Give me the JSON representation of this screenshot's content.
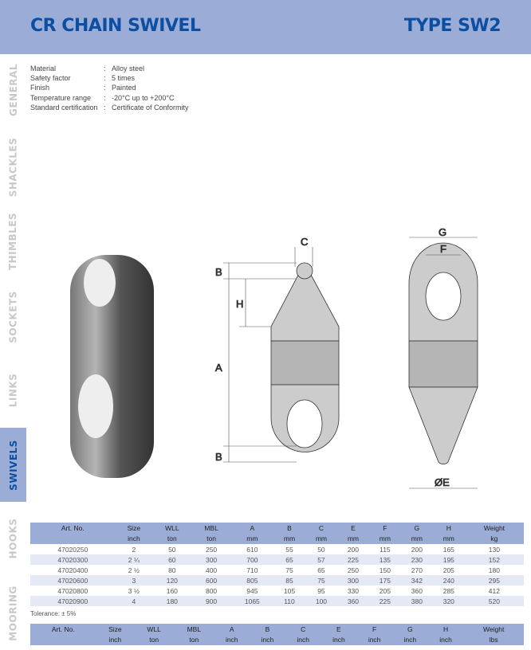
{
  "header": {
    "title": "CR CHAIN SWIVEL",
    "type": "TYPE SW2"
  },
  "sidebar": [
    "GENERAL",
    "SHACKLES",
    "THIMBLES",
    "SOCKETS",
    "LINKS",
    "SWIVELS",
    "HOOKS",
    "MOORING"
  ],
  "specs": [
    {
      "k": "Material",
      "v": "Alloy steel"
    },
    {
      "k": "Safety factor",
      "v": "5 times"
    },
    {
      "k": "Finish",
      "v": "Painted"
    },
    {
      "k": "Temperature range",
      "v": "-20°C up to +200°C"
    },
    {
      "k": "Standard certification",
      "v": "Certificate of Conformity"
    }
  ],
  "colon": ":",
  "diagram": {
    "C": "C",
    "B": "B",
    "H": "H",
    "A": "A",
    "G": "G",
    "F": "F",
    "E": "ØE"
  },
  "table_metric": {
    "headers": [
      "Art. No.",
      "Size",
      "WLL",
      "MBL",
      "A",
      "B",
      "C",
      "E",
      "F",
      "G",
      "H",
      "Weight"
    ],
    "units": [
      "",
      "inch",
      "ton",
      "ton",
      "mm",
      "mm",
      "mm",
      "mm",
      "mm",
      "mm",
      "mm",
      "kg"
    ],
    "rows": [
      [
        "47020250",
        "2",
        "50",
        "250",
        "610",
        "55",
        "50",
        "200",
        "115",
        "200",
        "165",
        "130"
      ],
      [
        "47020300",
        "2 ¼",
        "60",
        "300",
        "700",
        "65",
        "57",
        "225",
        "135",
        "230",
        "195",
        "152"
      ],
      [
        "47020400",
        "2 ½",
        "80",
        "400",
        "710",
        "75",
        "65",
        "250",
        "150",
        "270",
        "205",
        "180"
      ],
      [
        "47020600",
        "3",
        "120",
        "600",
        "805",
        "85",
        "75",
        "300",
        "175",
        "342",
        "240",
        "295"
      ],
      [
        "47020800",
        "3 ½",
        "160",
        "800",
        "945",
        "105",
        "95",
        "330",
        "205",
        "360",
        "285",
        "412"
      ],
      [
        "47020900",
        "4",
        "180",
        "900",
        "1065",
        "110",
        "100",
        "360",
        "225",
        "380",
        "320",
        "520"
      ]
    ]
  },
  "tolerance": "Tolerance: ± 5%",
  "table_imperial": {
    "headers": [
      "Art. No.",
      "Size",
      "WLL",
      "MBL",
      "A",
      "B",
      "C",
      "E",
      "F",
      "G",
      "H",
      "Weight"
    ],
    "units": [
      "",
      "inch",
      "ton",
      "ton",
      "inch",
      "inch",
      "inch",
      "inch",
      "inch",
      "inch",
      "inch",
      "lbs"
    ]
  }
}
